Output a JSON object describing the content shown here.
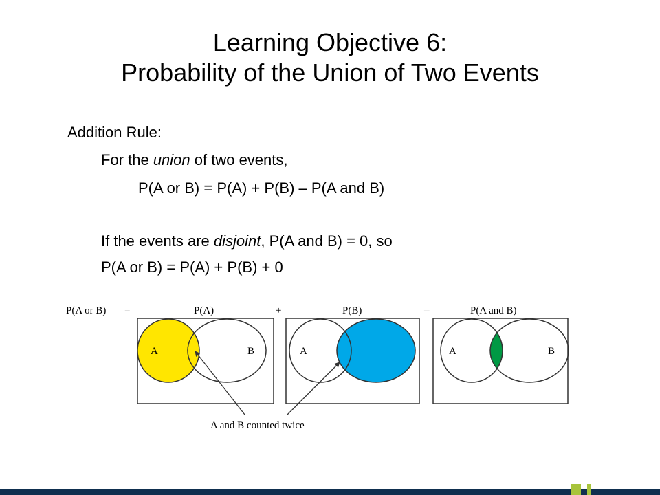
{
  "title": {
    "line1": "Learning Objective 6:",
    "line2": "Probability of the Union of Two Events"
  },
  "content": {
    "heading": "Addition Rule:",
    "union_pre": "For the ",
    "union_word": "union",
    "union_post": " of two events,",
    "formula": "P(A or B) = P(A) + P(B) – P(A and B)",
    "disjoint_pre": "If the events are ",
    "disjoint_word": "disjoint",
    "disjoint_post": ", P(A and B) = 0, so",
    "disjoint_formula": "P(A or B) = P(A) + P(B) + 0"
  },
  "diagram": {
    "lhs_label": "P(A or B)",
    "equals_sign": "=",
    "plus_sign": "+",
    "minus_sign": "–",
    "panel1_label": "P(A)",
    "panel2_label": "P(B)",
    "panel3_label": "P(A and B)",
    "set_a": "A",
    "set_b": "B",
    "callout": "A and B counted twice"
  },
  "colors": {
    "yellow_fill": "#ffe600",
    "blue_fill": "#00a8e8",
    "green_fill": "#009944",
    "footer_bar": "#0f2f4f",
    "accent_green": "#a8c43c"
  }
}
